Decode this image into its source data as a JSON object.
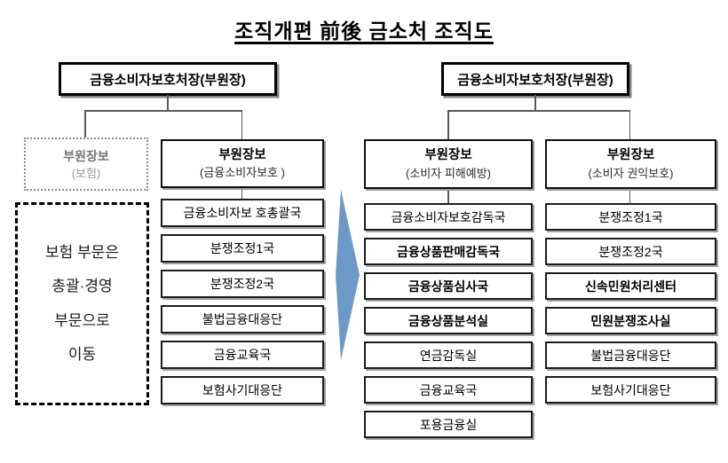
{
  "title": "조직개편 前後 금소처 조직도",
  "colors": {
    "arrow": "#6c99c7",
    "line": "#595959"
  },
  "before": {
    "head": "금융소비자보호처장(부원장)",
    "insurance_deputy": {
      "title": "부원장보",
      "subtitle": "(보험)"
    },
    "note": {
      "lines": [
        "보험 부문은",
        "총괄·경영",
        "부문으로",
        "이동"
      ]
    },
    "deputy": {
      "title": "부원장보",
      "subtitle": "(금융소비자보호 )"
    },
    "departments": [
      {
        "label": "금융소비자보 호총괄국",
        "bold": false
      },
      {
        "label": "분쟁조정1국",
        "bold": false
      },
      {
        "label": "분쟁조정2국",
        "bold": false
      },
      {
        "label": "불법금융대응단",
        "bold": false
      },
      {
        "label": "금융교육국",
        "bold": false
      },
      {
        "label": "보험사기대응단",
        "bold": false
      }
    ]
  },
  "after": {
    "head": "금융소비자보호처장(부원장)",
    "columns": [
      {
        "deputy": {
          "title": "부원장보",
          "subtitle": "(소비자 피해예방)"
        },
        "departments": [
          {
            "label": "금융소비자보호감독국",
            "bold": false
          },
          {
            "label": "금융상품판매감독국",
            "bold": true
          },
          {
            "label": "금융상품심사국",
            "bold": true
          },
          {
            "label": "금융상품분석실",
            "bold": true
          },
          {
            "label": "연금감독실",
            "bold": false
          },
          {
            "label": "금융교육국",
            "bold": false
          },
          {
            "label": "포용금융실",
            "bold": false
          }
        ]
      },
      {
        "deputy": {
          "title": "부원장보",
          "subtitle": "(소비자 권익보호)"
        },
        "departments": [
          {
            "label": "분쟁조정1국",
            "bold": false
          },
          {
            "label": "분쟁조정2국",
            "bold": false
          },
          {
            "label": "신속민원처리센터",
            "bold": true
          },
          {
            "label": "민원분쟁조사실",
            "bold": true
          },
          {
            "label": "불법금융대응단",
            "bold": false
          },
          {
            "label": "보험사기대응단",
            "bold": false
          }
        ]
      }
    ]
  }
}
